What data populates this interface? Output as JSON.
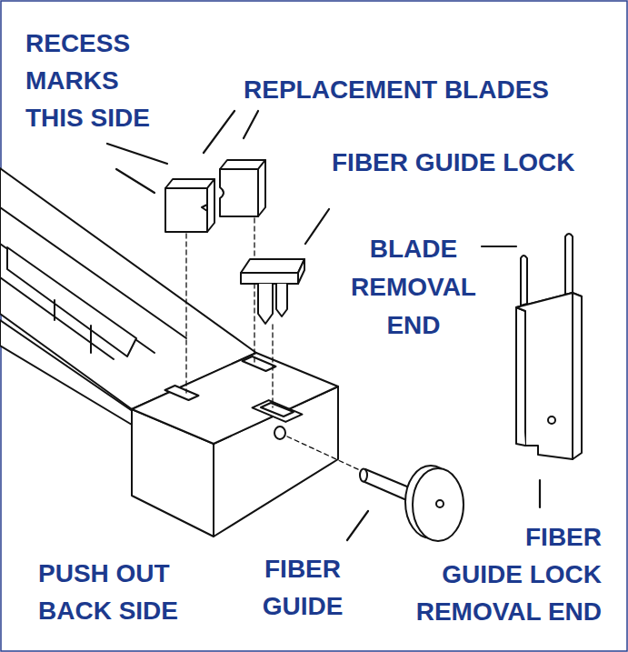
{
  "diagram": {
    "labels": [
      "RECESS MARKS THIS SIDE",
      "REPLACEMENT BLADES",
      "FIBER GUIDE LOCK",
      "BLADE REMOVAL END",
      "PUSH OUT BACK SIDE",
      "FIBER GUIDE",
      "FIBER GUIDE LOCK REMOVAL END"
    ]
  }
}
